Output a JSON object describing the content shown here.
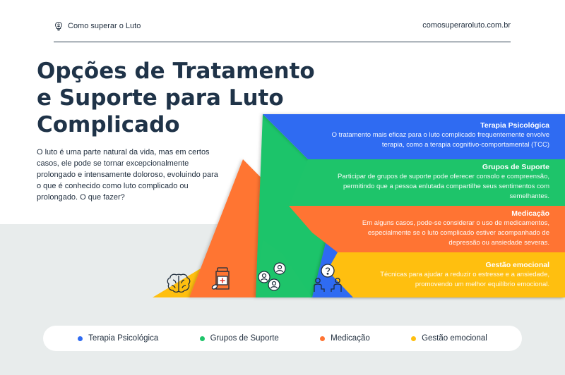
{
  "header": {
    "brand_name": "Como superar o Luto",
    "brand_icon": "brain-lightbulb-icon",
    "site_url": "comosuperaroluto.com.br"
  },
  "title": "Opções de Tratamento e Suporte para Luto Complicado",
  "intro": "O luto é uma parte natural da vida, mas em certos casos, ele pode se tornar excepcionalmente prolongado e intensamente doloroso, evoluindo para o que é conhecido como luto complicado ou prolongado. O que fazer?",
  "options": [
    {
      "title": "Terapia Psicológica",
      "description": "O tratamento mais eficaz para o luto complicado frequentemente envolve terapia, como a terapia cognitivo-comportamental (TCC)",
      "color": "#2f6bf2",
      "icon": "therapy-session-icon"
    },
    {
      "title": "Grupos de Suporte",
      "description": "Participar de grupos de suporte pode oferecer consolo e compreensão, permitindo que a pessoa enlutada compartilhe seus sentimentos com semelhantes.",
      "color": "#1ec46a",
      "icon": "support-group-icon"
    },
    {
      "title": "Medicação",
      "description": "Em alguns casos, pode-se considerar o uso de medicamentos, especialmente se o luto complicado estiver acompanhado de depressão ou ansiedade severas.",
      "color": "#ff7433",
      "icon": "medicine-bottle-icon"
    },
    {
      "title": "Gestão emocional",
      "description": "Técnicas para ajudar a reduzir o estresse e a ansiedade, promovendo um melhor equilíbrio emocional.",
      "color": "#ffbf0f",
      "icon": "brain-icon"
    }
  ],
  "legend": [
    {
      "label": "Terapia Psicológica",
      "color": "#2f6bf2"
    },
    {
      "label": "Grupos de Suporte",
      "color": "#1ec46a"
    },
    {
      "label": "Medicação",
      "color": "#ff7433"
    },
    {
      "label": "Gestão emocional",
      "color": "#ffbf0f"
    }
  ]
}
